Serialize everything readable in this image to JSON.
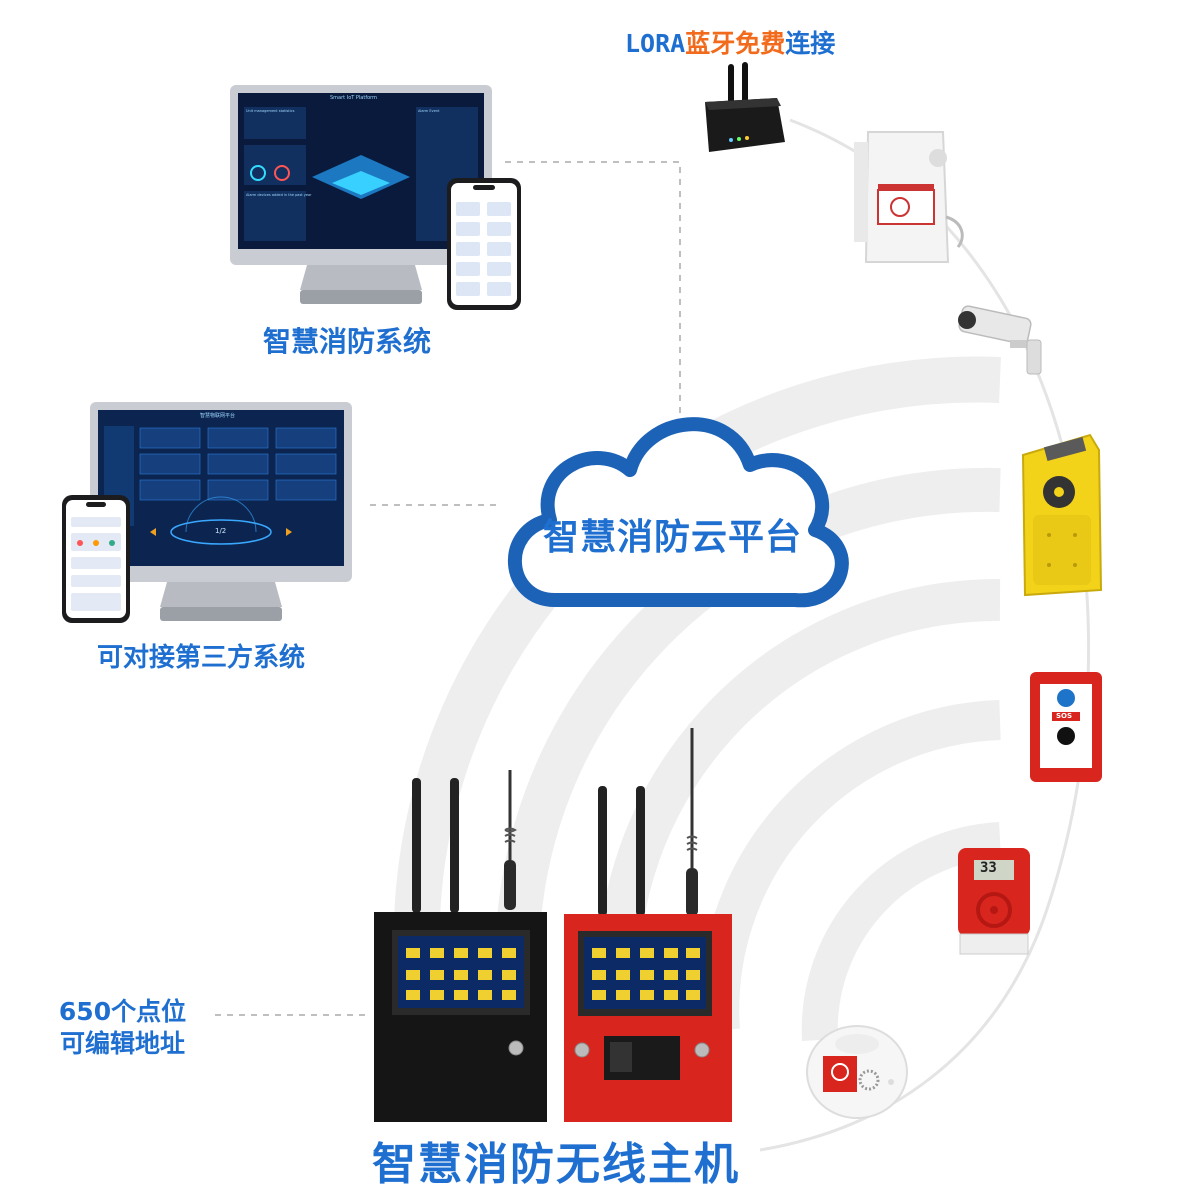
{
  "header": {
    "lora_prefix": "LORA",
    "lora_bluetooth": "蓝牙",
    "lora_free": "免费",
    "lora_connect": "连接"
  },
  "labels": {
    "smart_fire_system": "智慧消防系统",
    "third_party": "可对接第三方系统",
    "cloud_platform": "智慧消防云平台",
    "points_line1": "650个点位",
    "points_line2": "可编辑地址",
    "main_title": "智慧消防无线主机"
  },
  "monitor1": {
    "platform_title": "Smart IoT Platform",
    "panel1": "Unit management statistics",
    "panel2": "Alarm Event",
    "panel3": "Alarm devices added in the past year"
  },
  "monitor2": {
    "platform_title": "智慧物联网平台",
    "page": "1/2"
  },
  "devices": {
    "alarm_sos": "SOS",
    "temp_display": "33"
  },
  "colors": {
    "brand_blue": "#1f6fd1",
    "accent_orange": "#f26a1b",
    "red_host": "#d8261e",
    "black_host": "#151515",
    "yellow_device": "#f3d21a"
  }
}
